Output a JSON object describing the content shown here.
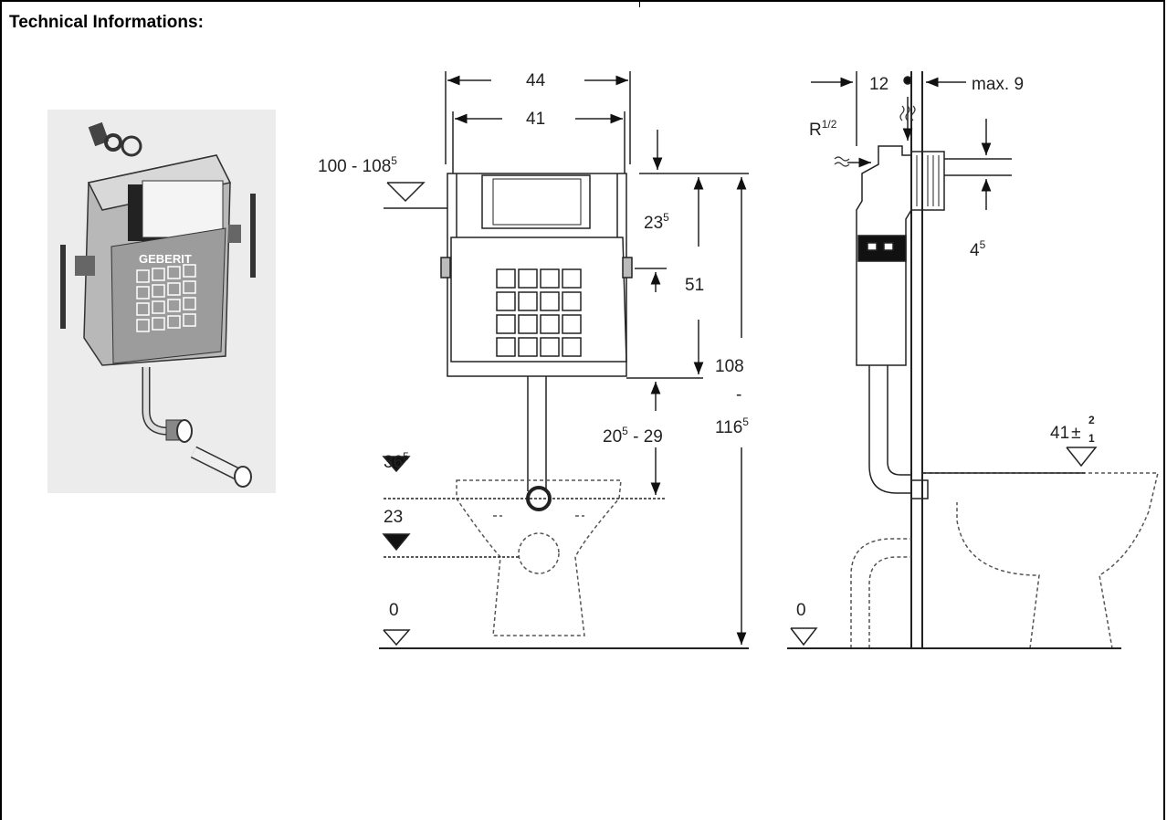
{
  "title": "Technical Informations:",
  "brand": "GEBERIT",
  "front_view": {
    "width_outer": "44",
    "width_inner": "41",
    "mount_height": "100 - 108",
    "mount_height_sup": "5",
    "top_offset": "23",
    "top_offset_sup": "5",
    "bracket_offset": "51",
    "total_height_top": "108",
    "total_height_sep": "-",
    "total_height_bottom": "116",
    "total_height_bottom_sup": "5",
    "outlet_range_main": "20",
    "outlet_range_sup": "5",
    "outlet_range_rest": " - 29",
    "outlet_level": "36",
    "outlet_level_sup": "5",
    "seat_level": "23",
    "floor_level": "0"
  },
  "side_view": {
    "depth": "12",
    "max_wall": "max. 9",
    "inlet": "R",
    "inlet_frac": "1/2",
    "inlet_offset": "4",
    "inlet_offset_sup": "5",
    "seat_height": "41",
    "seat_tol_plus": "2",
    "seat_tol_minus": "1",
    "floor_level": "0"
  }
}
